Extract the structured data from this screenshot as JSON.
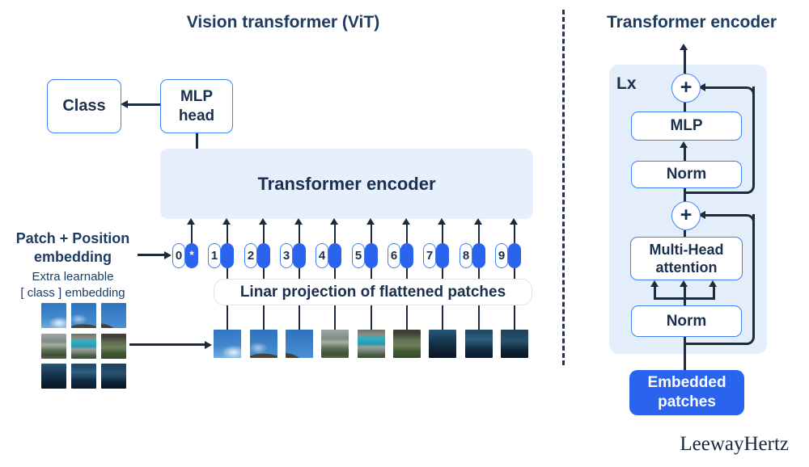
{
  "left": {
    "title": "Vision transformer (ViT)",
    "class_box": "Class",
    "mlp_head": [
      "MLP",
      "head"
    ],
    "encoder_box": "Transformer encoder",
    "projection_box": "Linar projection of flattened patches",
    "patch_position_label": [
      "Patch + Position",
      "embedding"
    ],
    "extra_learnable_label": [
      "Extra learnable",
      "[ class ] embedding"
    ],
    "tokens": [
      "0",
      "1",
      "2",
      "3",
      "4",
      "5",
      "6",
      "7",
      "8",
      "9"
    ],
    "class_token_symbol": "*"
  },
  "right": {
    "title": "Transformer encoder",
    "layers_label": "Lx",
    "plus_symbol": "+",
    "mlp_box": "MLP",
    "norm_box_1": "Norm",
    "mha_box": [
      "Multi-Head",
      "attention"
    ],
    "norm_box_2": "Norm",
    "embedded_box": [
      "Embedded",
      "patches"
    ]
  },
  "brand": "LeewayHertz",
  "colors": {
    "accent_blue": "#2a63ee",
    "border_blue": "#3b82f6",
    "panel_fill": "#e4eefb",
    "encoder_fill": "#e7eefc",
    "navy_text": "#1b2f4e"
  }
}
